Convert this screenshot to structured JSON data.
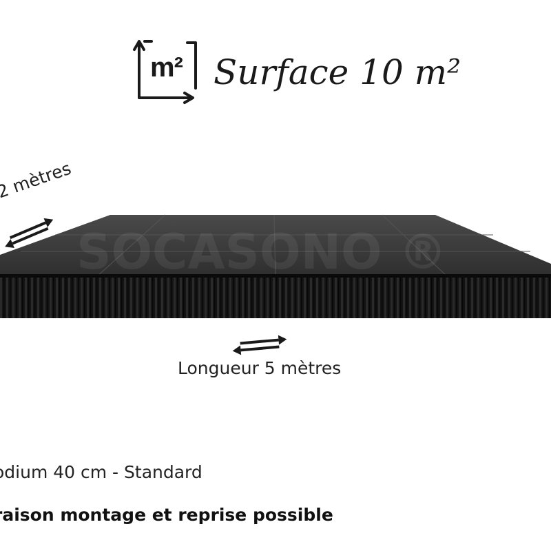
{
  "header": {
    "icon_text": "m²",
    "title": "Surface 10 m²"
  },
  "dimensions": {
    "width_label": "2 mètres",
    "length_label": "Longueur 5 mètres"
  },
  "product": {
    "height_line": "odium 40 cm - Standard",
    "service_line": "raison montage et reprise possible"
  },
  "watermark": {
    "text": "SOCASONO ®"
  },
  "colors": {
    "stage_top": "#3a3a3a",
    "stage_skirt": "#111111",
    "text": "#222222"
  }
}
